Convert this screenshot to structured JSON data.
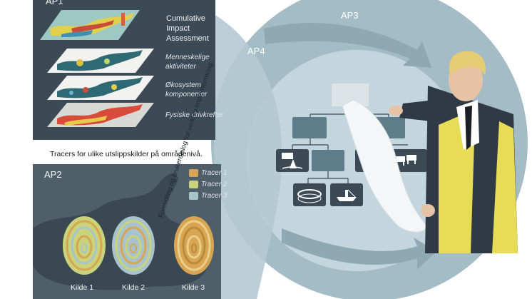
{
  "ap1": {
    "label": "AP1",
    "cumulative_line1": "Cumulative",
    "cumulative_line2": "Impact",
    "cumulative_line3": "Assessment",
    "layer1_line1": "Menneskelige",
    "layer1_line2": "aktiviteter",
    "layer2_line1": "Økosystem",
    "layer2_line2": "komponenter",
    "layer3": "Fysiske drivkrefter"
  },
  "tracers_title": "Tracers for ulike utslippskilder på områdenivå.",
  "ap2": {
    "label": "AP2",
    "tracers": [
      {
        "label": "Tracer 1",
        "color": "#d9a553"
      },
      {
        "label": "Tracer 2",
        "color": "#c9d47a"
      },
      {
        "label": "Tracer 3",
        "color": "#a9c3cc"
      }
    ],
    "sources": [
      "Kilde 1",
      "Kilde 2",
      "Kilde 3"
    ]
  },
  "ap3": {
    "label": "AP3"
  },
  "ap4": {
    "label": "AP4",
    "arc_text": "Formidling og brukerdialog for verktøy implementering."
  },
  "colors": {
    "panel": "#3b4a55",
    "circle": "#a4bcc6",
    "circle_inner": "#c8d9e0",
    "arrow": "#8ea8b4",
    "node": "#5f7c8b",
    "vest": "#e6dc55"
  },
  "icons": [
    "pipe-outflow-icon",
    "cattle-icon",
    "fish-farm-icon",
    "fishing-boat-icon"
  ]
}
